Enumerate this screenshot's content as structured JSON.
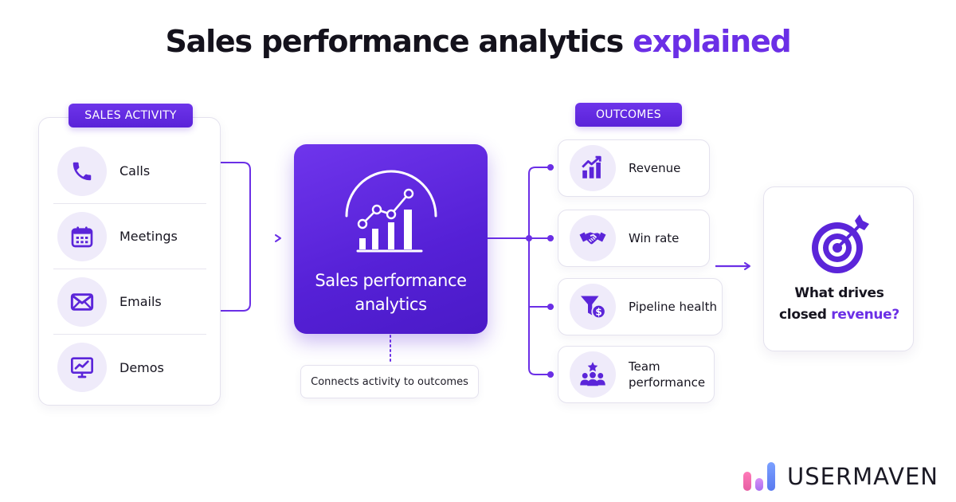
{
  "title": {
    "main": "Sales performance analytics ",
    "accent": "explained"
  },
  "activity": {
    "label": "SALES ACTIVITY",
    "items": [
      {
        "label": "Calls",
        "icon": "phone-icon"
      },
      {
        "label": "Meetings",
        "icon": "calendar-icon"
      },
      {
        "label": "Emails",
        "icon": "mail-icon"
      },
      {
        "label": "Demos",
        "icon": "monitor-chart-icon"
      }
    ]
  },
  "center": {
    "line1": "Sales performance",
    "line2": "analytics",
    "icon": "analytics-chart-icon"
  },
  "note": "Connects activity to outcomes",
  "outcomes": {
    "label": "OUTCOMES",
    "items": [
      {
        "label": "Revenue",
        "icon": "bar-chart-up-icon"
      },
      {
        "label": "Win rate",
        "icon": "handshake-icon"
      },
      {
        "label": "Pipeline health",
        "icon": "funnel-dollar-icon"
      },
      {
        "label_line1": "Team",
        "label_line2": "performance",
        "icon": "team-star-icon"
      }
    ]
  },
  "result": {
    "line1": "What drives",
    "line2_a": "closed ",
    "line2_b": "revenue?",
    "icon": "target-arrow-icon"
  },
  "brand": {
    "name": "USERMAVEN",
    "icon": "usermaven-logo-icon"
  },
  "colors": {
    "accent": "#6b2fe6",
    "icon_bg": "#efebfa",
    "border": "#e4e2ee"
  }
}
